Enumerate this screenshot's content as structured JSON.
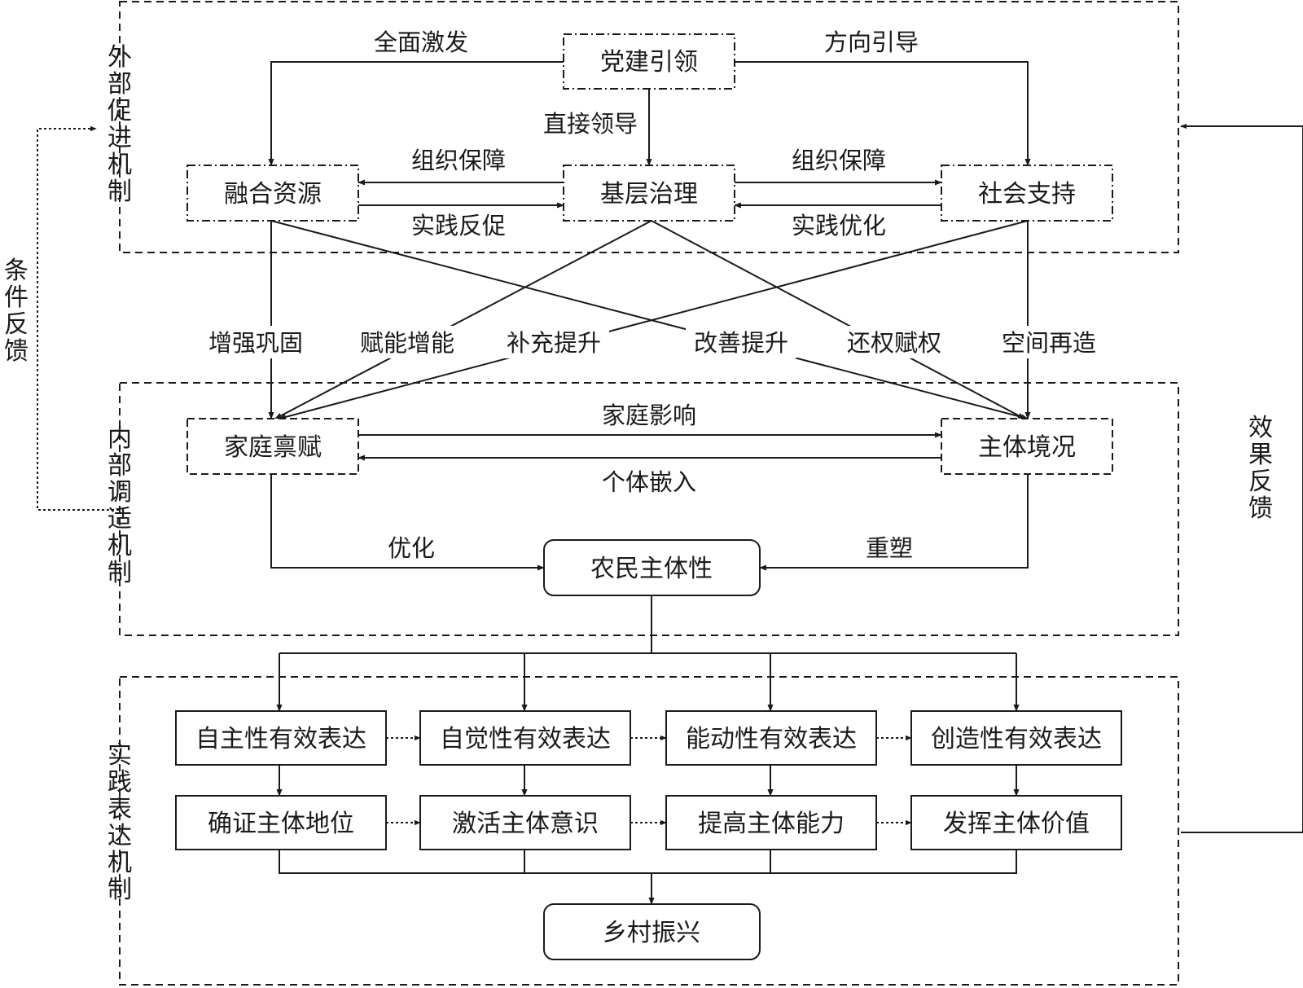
{
  "regions": {
    "external": "外部促进机制",
    "internal": "内部调适机制",
    "practice": "实践表达机制"
  },
  "feedback": {
    "condition": "条件反馈",
    "effect": "效果反馈"
  },
  "nodes": {
    "party": "党建引领",
    "resource": "融合资源",
    "grassroots": "基层治理",
    "society": "社会支持",
    "family": "家庭禀赋",
    "situation": "主体境况",
    "subjectivity": "农民主体性",
    "expr": [
      "自主性有效表达",
      "自觉性有效表达",
      "能动性有效表达",
      "创造性有效表达"
    ],
    "role": [
      "确证主体地位",
      "激活主体意识",
      "提高主体能力",
      "发挥主体价值"
    ],
    "revival": "乡村振兴"
  },
  "edges": {
    "full_stimulate": "全面激发",
    "direction_guide": "方向引导",
    "direct_lead": "直接领导",
    "org_guarantee_left": "组织保障",
    "practice_feedback": "实践反促",
    "org_guarantee_right": "组织保障",
    "practice_optimize": "实践优化",
    "cross": [
      "增强巩固",
      "赋能增能",
      "补充提升",
      "改善提升",
      "还权赋权",
      "空间再造"
    ],
    "family_influence": "家庭影响",
    "individual_embed": "个体嵌入",
    "optimize": "优化",
    "reshape": "重塑"
  }
}
